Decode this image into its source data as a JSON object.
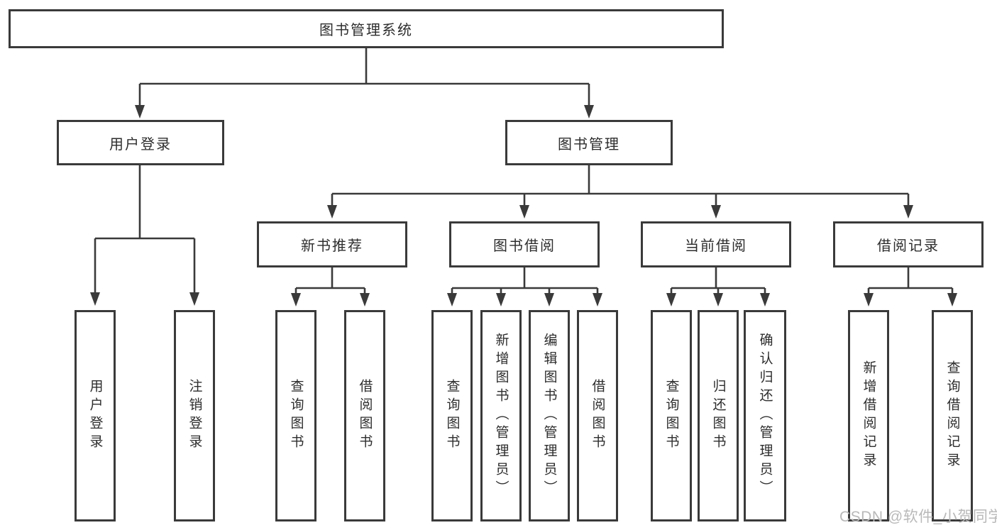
{
  "colors": {
    "line": "#3a3a3a",
    "text": "#2d2d2d",
    "bg": "#ffffff",
    "watermark": "#b9b9b9"
  },
  "watermark": "CSDN @软件_小贺同学",
  "tree": {
    "root": "图书管理系统",
    "user_login": {
      "label": "用户登录",
      "children": [
        "用户登录",
        "注销登录"
      ]
    },
    "book_mgmt": {
      "label": "图书管理"
    },
    "new_book": {
      "label": "新书推荐",
      "children": [
        "查询图书",
        "借阅图书"
      ]
    },
    "book_borrow": {
      "label": "图书借阅",
      "children": [
        "查询图书",
        "新增图书（管理员）",
        "编辑图书（管理员）",
        "借阅图书"
      ]
    },
    "current_borrow": {
      "label": "当前借阅",
      "children": [
        "查询图书",
        "归还图书",
        "确认归还（管理员）"
      ]
    },
    "borrow_record": {
      "label": "借阅记录",
      "children": [
        "新增借阅记录",
        "查询借阅记录"
      ]
    }
  }
}
